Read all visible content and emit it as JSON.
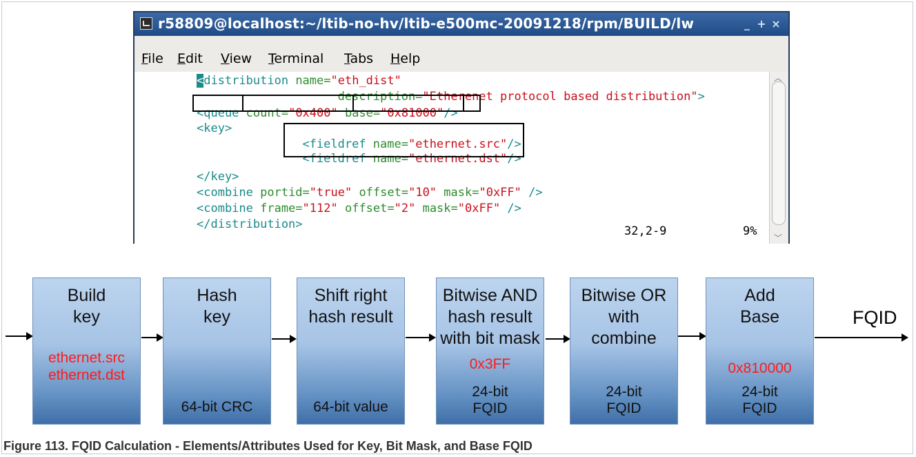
{
  "terminal": {
    "title": "r58809@localhost:~/ltib-no-hv/ltib-e500mc-20091218/rpm/BUILD/lw",
    "window_buttons": [
      "_",
      "+",
      "×"
    ],
    "menu": [
      "File",
      "Edit",
      "View",
      "Terminal",
      "Tabs",
      "Help"
    ],
    "status_position": "32,2-9",
    "status_percent": "9%"
  },
  "code_lines": [
    {
      "indent": 0,
      "parts": [
        [
          "cursor",
          "<"
        ],
        [
          "tag",
          "distribution "
        ],
        [
          "attr",
          "name="
        ],
        [
          "val",
          "\"eth_dist\""
        ]
      ]
    },
    {
      "indent": 20,
      "parts": [
        [
          "attr",
          "description="
        ],
        [
          "val",
          "\"Etherenet protocol based distribution\""
        ],
        [
          "tag",
          ">"
        ]
      ]
    },
    {
      "indent": 0,
      "parts": [
        [
          "tag",
          "<queue "
        ],
        [
          "attr",
          "count="
        ],
        [
          "val",
          "\"0x400\" "
        ],
        [
          "attr",
          "base="
        ],
        [
          "val",
          "\"0x81000\""
        ],
        [
          "tag",
          "/>"
        ]
      ]
    },
    {
      "indent": 0,
      "parts": [
        [
          "tag",
          "<key>"
        ]
      ]
    },
    {
      "indent": 15,
      "parts": [
        [
          "tag",
          "<fieldref "
        ],
        [
          "attr",
          "name="
        ],
        [
          "val",
          "\"ethernet.src\""
        ],
        [
          "tag",
          "/>"
        ]
      ]
    },
    {
      "indent": 15,
      "parts": [
        [
          "tag",
          "<fieldref "
        ],
        [
          "attr",
          "name="
        ],
        [
          "val",
          "\"ethernet.dst\""
        ],
        [
          "tag",
          "/>"
        ]
      ]
    },
    {
      "indent": 0,
      "parts": [
        [
          "tag",
          "</key>"
        ]
      ]
    },
    {
      "indent": 0,
      "parts": [
        [
          "tag",
          "<combine "
        ],
        [
          "attr",
          "portid="
        ],
        [
          "val",
          "\"true\" "
        ],
        [
          "attr",
          "offset="
        ],
        [
          "val",
          "\"10\" "
        ],
        [
          "attr",
          "mask="
        ],
        [
          "val",
          "\"0xFF\""
        ],
        [
          "tag",
          " />"
        ]
      ]
    },
    {
      "indent": 0,
      "parts": [
        [
          "tag",
          "<combine "
        ],
        [
          "attr",
          "frame="
        ],
        [
          "val",
          "\"112\" "
        ],
        [
          "attr",
          "offset="
        ],
        [
          "val",
          "\"2\" "
        ],
        [
          "attr",
          "mask="
        ],
        [
          "val",
          "\"0xFF\""
        ],
        [
          "tag",
          " />"
        ]
      ]
    },
    {
      "indent": 0,
      "parts": [
        [
          "tag",
          "</distribution>"
        ]
      ]
    }
  ],
  "steps": [
    {
      "title": "Build\nkey",
      "red": "ethernet.src\nethernet.dst",
      "bottom": ""
    },
    {
      "title": "Hash\nkey",
      "red": "",
      "bottom": "64-bit CRC"
    },
    {
      "title": "Shift right\nhash result",
      "red": "",
      "bottom": "64-bit value"
    },
    {
      "title": "Bitwise AND\nhash result\nwith bit mask",
      "red": "0x3FF",
      "bottom": "24-bit\nFQID"
    },
    {
      "title": "Bitwise OR\nwith\ncombine",
      "red": "",
      "bottom": "24-bit\nFQID"
    },
    {
      "title": "Add\nBase",
      "red": "0x810000",
      "bottom": "24-bit\nFQID"
    }
  ],
  "output_label": "FQID",
  "caption": "Figure 113.  FQID Calculation - Elements/Attributes Used for Key, Bit Mask, and Base FQID",
  "colors": {
    "tag": "#1a8a8a",
    "attr": "#2f8a2f",
    "value": "#c8101c",
    "highlight": "#ff1a1a"
  }
}
